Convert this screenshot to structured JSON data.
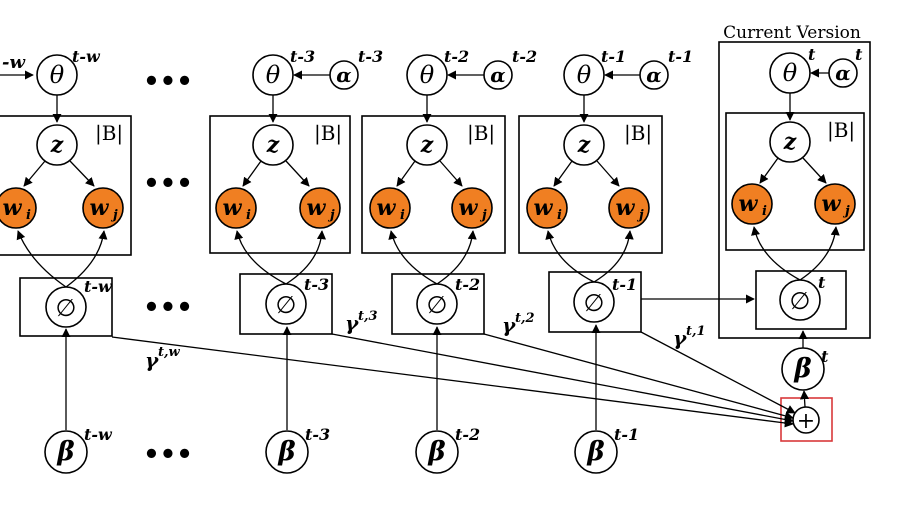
{
  "title": "Current Version",
  "plate_label": "|B|",
  "symbols": {
    "theta": "θ",
    "alpha": "α",
    "z": "z",
    "w_i": "w",
    "w_i_sub": "i",
    "w_j": "w",
    "w_j_sub": "j",
    "phi": "∅",
    "beta": "β",
    "gamma": "γ",
    "plus": "+",
    "ellipsis": "•••"
  },
  "superscripts": {
    "t_w": "t-w",
    "t_3": "t-3",
    "t_2": "t-2",
    "t_1": "t-1",
    "t": "t"
  },
  "gamma_labels": {
    "g_w": "t,w",
    "g_3": "t,3",
    "g_2": "t,2",
    "g_1": "t,1"
  },
  "colors": {
    "word_node_fill": "#f07f22",
    "highlight_box": "#d9383a",
    "line": "#000000"
  }
}
